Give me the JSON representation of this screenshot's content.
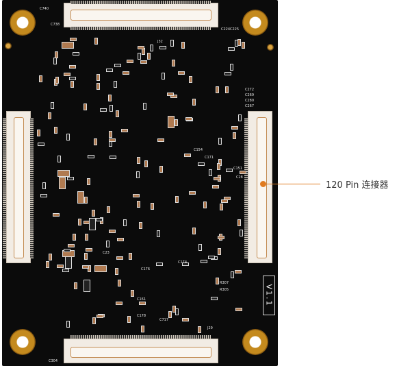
{
  "board": {
    "version_label": "V1.1",
    "connector_labels": [
      "J32",
      "J29"
    ],
    "silkscreen": [
      "C740",
      "C738",
      "C224",
      "C225",
      "C272",
      "C269",
      "C280",
      "C267",
      "C151",
      "C28",
      "C174",
      "C176",
      "C161",
      "C178",
      "C717",
      "R307",
      "R305",
      "C304",
      "C23",
      "C154",
      "C171"
    ]
  },
  "callout": {
    "text": "120 Pin 连接器",
    "color": "#e07b20"
  }
}
